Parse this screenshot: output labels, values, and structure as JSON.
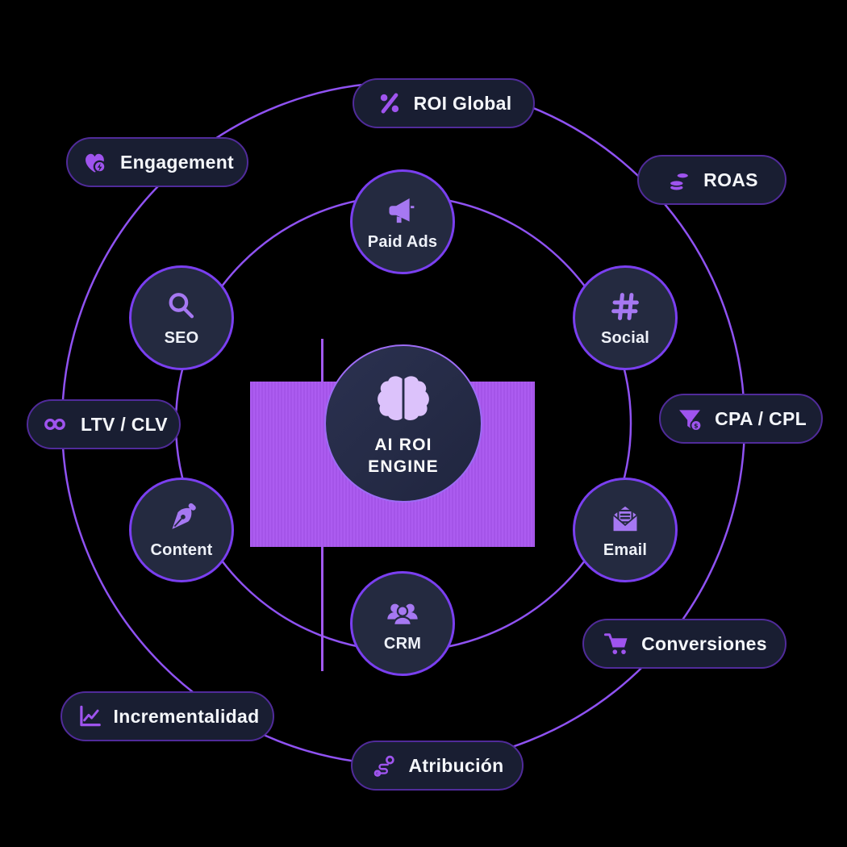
{
  "center": {
    "title_line1": "AI ROI",
    "title_line2": "ENGINE",
    "icon": "brain-icon"
  },
  "nodes": [
    {
      "label": "Paid Ads",
      "icon": "megaphone-icon"
    },
    {
      "label": "Social",
      "icon": "hashtag-icon"
    },
    {
      "label": "Email",
      "icon": "envelope-open-icon"
    },
    {
      "label": "CRM",
      "icon": "users-icon"
    },
    {
      "label": "Content",
      "icon": "pen-nib-icon"
    },
    {
      "label": "SEO",
      "icon": "search-icon"
    }
  ],
  "pills": [
    {
      "label": "ROI Global",
      "icon": "percent-icon"
    },
    {
      "label": "Engagement",
      "icon": "heart-bolt-icon"
    },
    {
      "label": "ROAS",
      "icon": "coins-icon"
    },
    {
      "label": "LTV / CLV",
      "icon": "infinity-icon"
    },
    {
      "label": "CPA / CPL",
      "icon": "funnel-dollar-icon"
    },
    {
      "label": "Conversiones",
      "icon": "cart-icon"
    },
    {
      "label": "Incrementalidad",
      "icon": "chart-line-icon"
    },
    {
      "label": "Atribución",
      "icon": "route-icon"
    }
  ],
  "colors": {
    "background": "#000000",
    "accent_purple": "#9f54ee",
    "node_icon_purple": "#a678f2",
    "brain_light_purple": "#dcc2fb",
    "ring_stroke": "#8f52f2",
    "pill_background": "#191e32",
    "pill_border": "#502b9a",
    "node_background": "#242a40",
    "node_border": "#7a3ff0",
    "highlight_rect": "#a957ef",
    "text": "#f4f6fa"
  }
}
